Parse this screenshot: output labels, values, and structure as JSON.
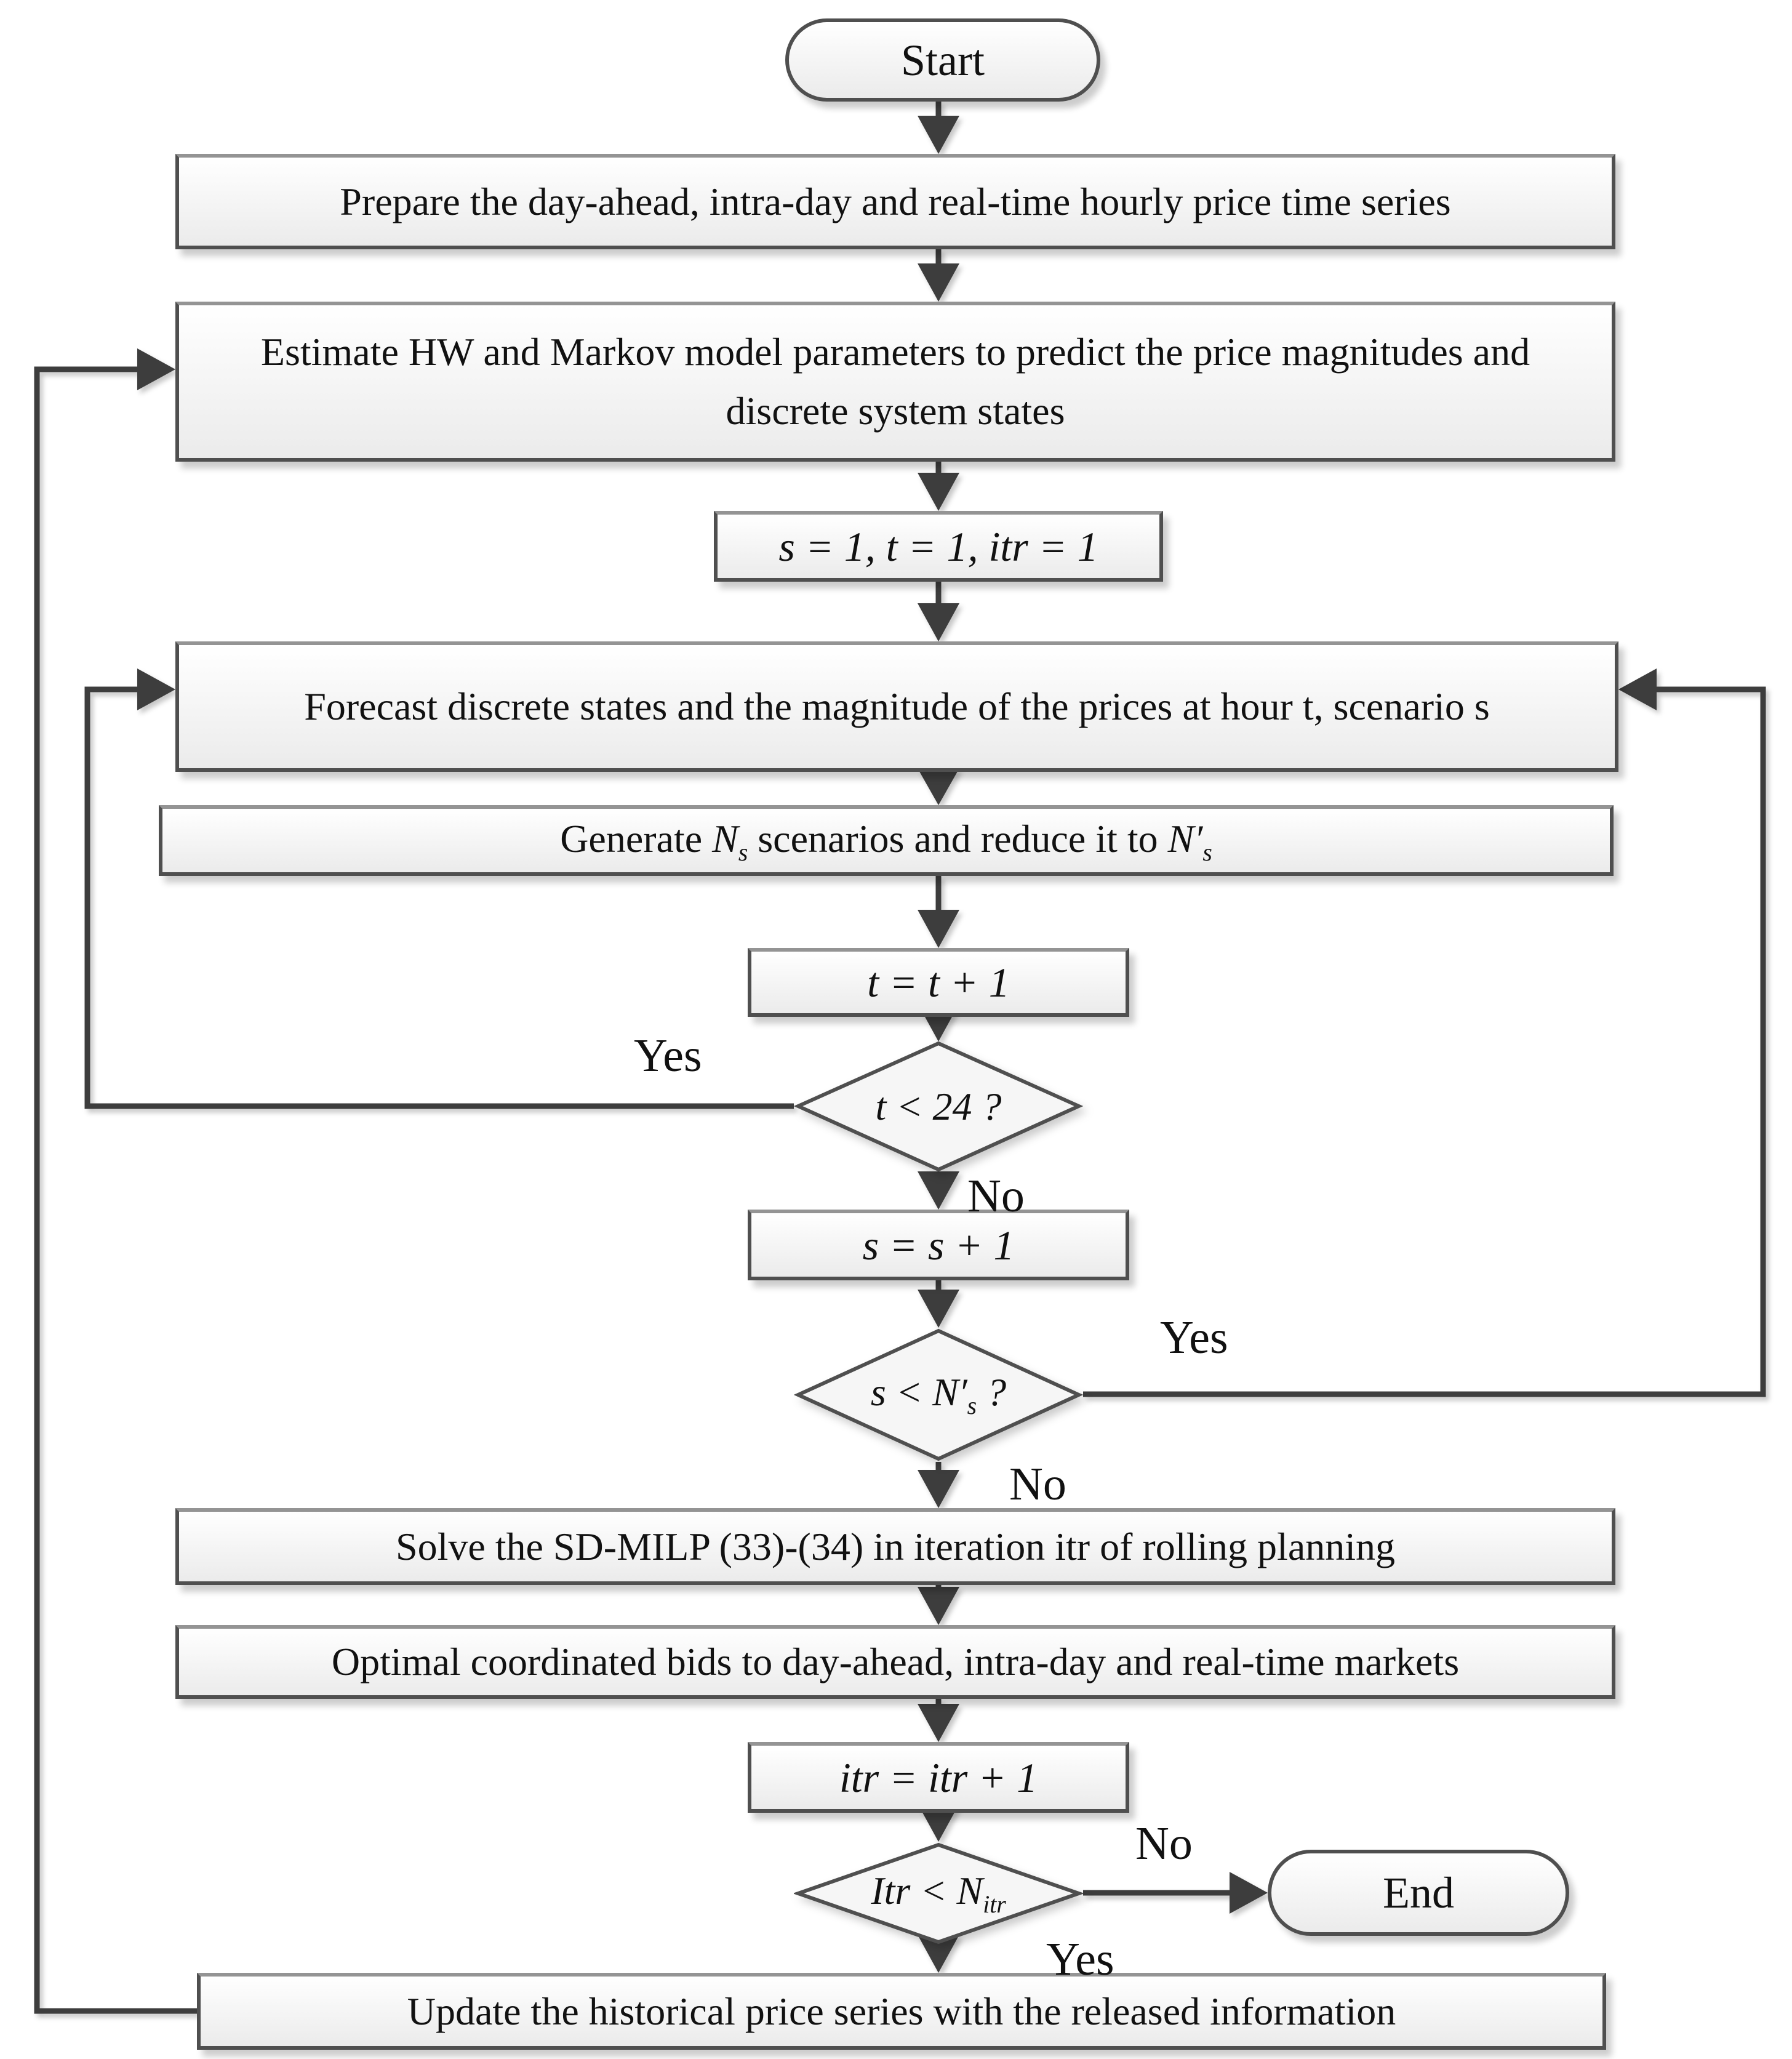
{
  "style": {
    "line_color": "#3d3d3d",
    "box_border": "#4f4f4f",
    "box_border_top": "#949494",
    "box_fill_top": "#ffffff",
    "box_fill_bottom": "#ebebeb",
    "text_color": "#111111"
  },
  "nodes": {
    "start": {
      "label": "Start"
    },
    "prepare": {
      "label": "Prepare the day-ahead, intra-day and real-time hourly price time series"
    },
    "estimate": {
      "label": "Estimate HW and Markov model parameters  to predict the price magnitudes and discrete system states"
    },
    "init": {
      "label": "s = 1, t = 1, itr = 1"
    },
    "forecast": {
      "label": "Forecast discrete states and the magnitude of the prices at hour t, scenario s"
    },
    "generate": {
      "pre": "Generate ",
      "n1": "N",
      "sub1": "s",
      "mid": " scenarios and reduce it to ",
      "n2": "N′",
      "sub2": "s"
    },
    "inc_t": {
      "label": "t = t + 1"
    },
    "check_t": {
      "label": "t < 24 ?"
    },
    "inc_s": {
      "label": "s = s + 1"
    },
    "check_s": {
      "lhs": "s < ",
      "n": "N′",
      "sub": "s",
      "q": " ?"
    },
    "solve": {
      "label": "Solve the SD-MILP (33)-(34) in iteration itr of rolling planning"
    },
    "bids": {
      "label": "Optimal coordinated bids to day-ahead, intra-day and real-time markets"
    },
    "inc_itr": {
      "label": "itr = itr + 1"
    },
    "check_itr": {
      "lhs": "Itr < ",
      "n": "N",
      "sub": "itr"
    },
    "end": {
      "label": "End"
    },
    "update": {
      "label": "Update the historical price series with the released information"
    }
  },
  "edge_labels": {
    "t_yes": "Yes",
    "t_no": "No",
    "s_yes": "Yes",
    "s_no": "No",
    "itr_no": "No",
    "itr_yes": "Yes"
  }
}
